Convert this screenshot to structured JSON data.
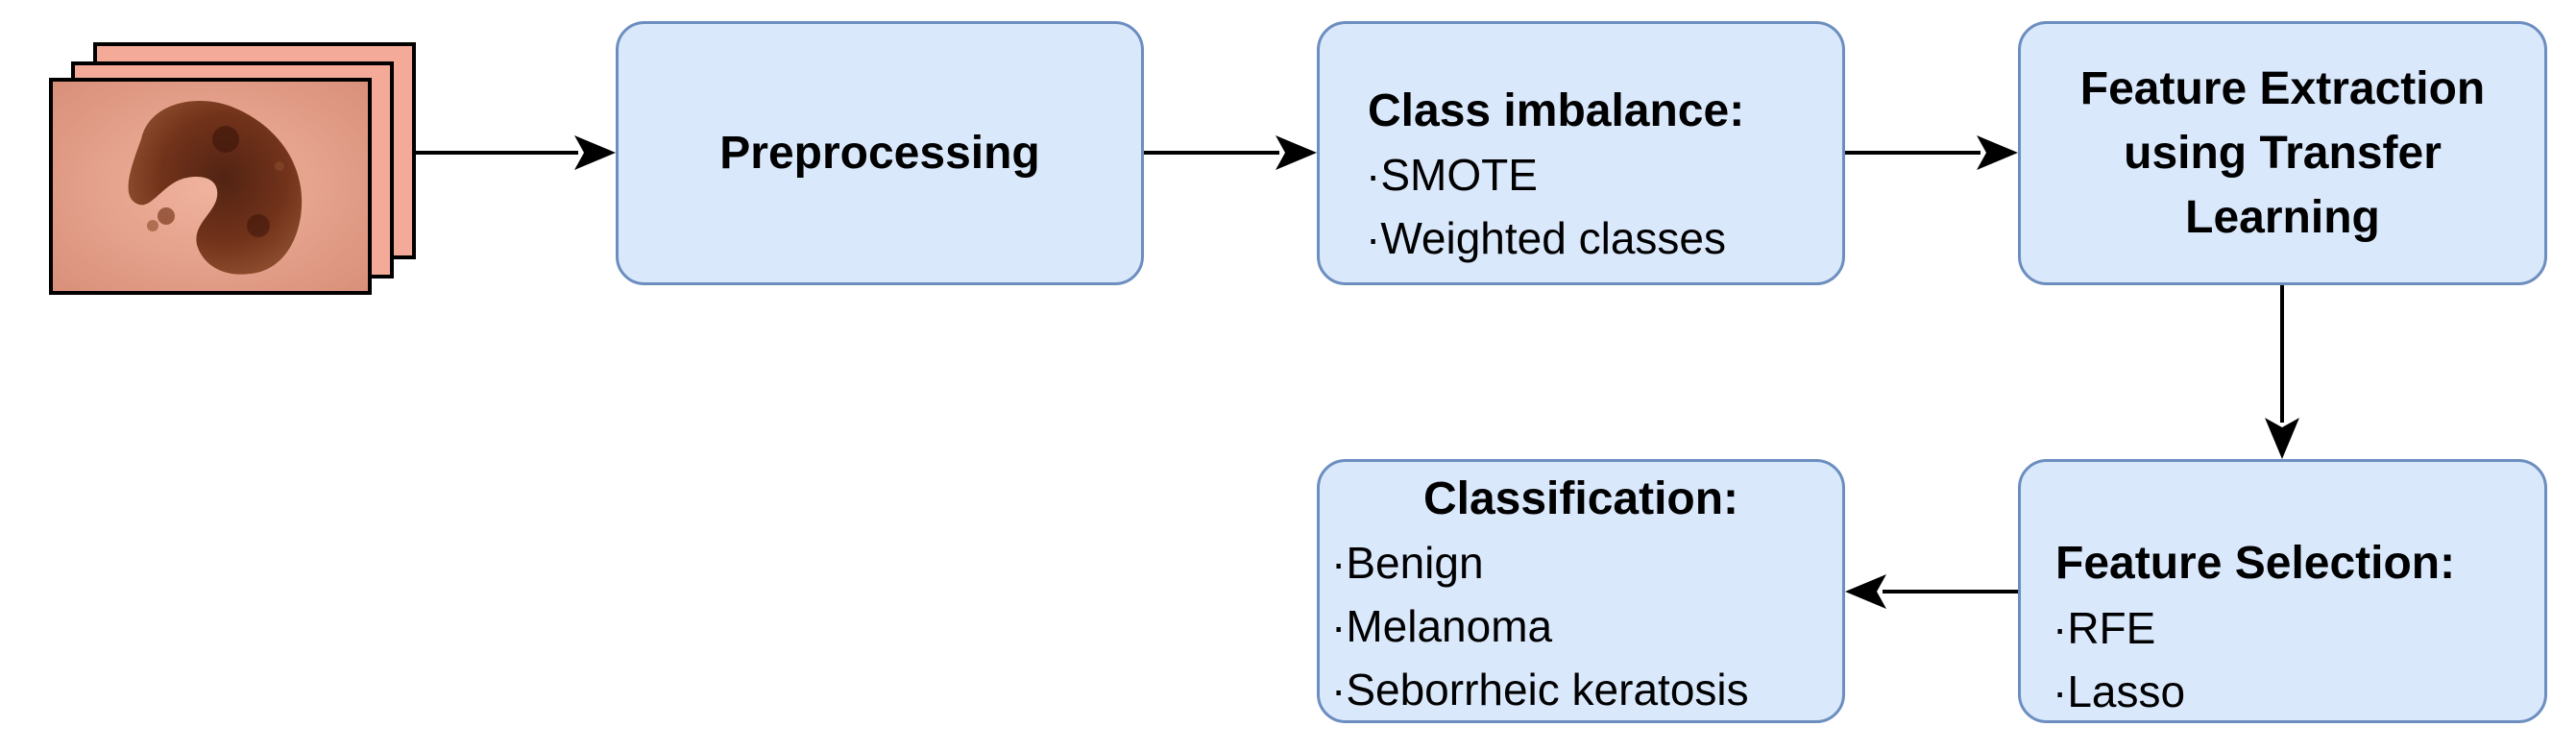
{
  "input_images": {
    "description_icon": "skin-lesion-image-stack"
  },
  "nodes": {
    "preprocessing": {
      "title": "Preprocessing"
    },
    "class_imbalance": {
      "title": "Class imbalance:",
      "items": [
        "·SMOTE",
        "·Weighted classes"
      ]
    },
    "feature_extraction": {
      "title_lines": [
        "Feature Extraction",
        "using Transfer",
        "Learning"
      ]
    },
    "feature_selection": {
      "title": "Feature Selection:",
      "items": [
        "·RFE",
        "·Lasso"
      ]
    },
    "classification": {
      "title": "Classification:",
      "items": [
        "·Benign",
        "·Melanoma",
        "·Seborrheic keratosis"
      ]
    }
  },
  "colors": {
    "node_fill": "#dae8fc",
    "node_border": "#6c8ebf",
    "arrow": "#000000"
  }
}
